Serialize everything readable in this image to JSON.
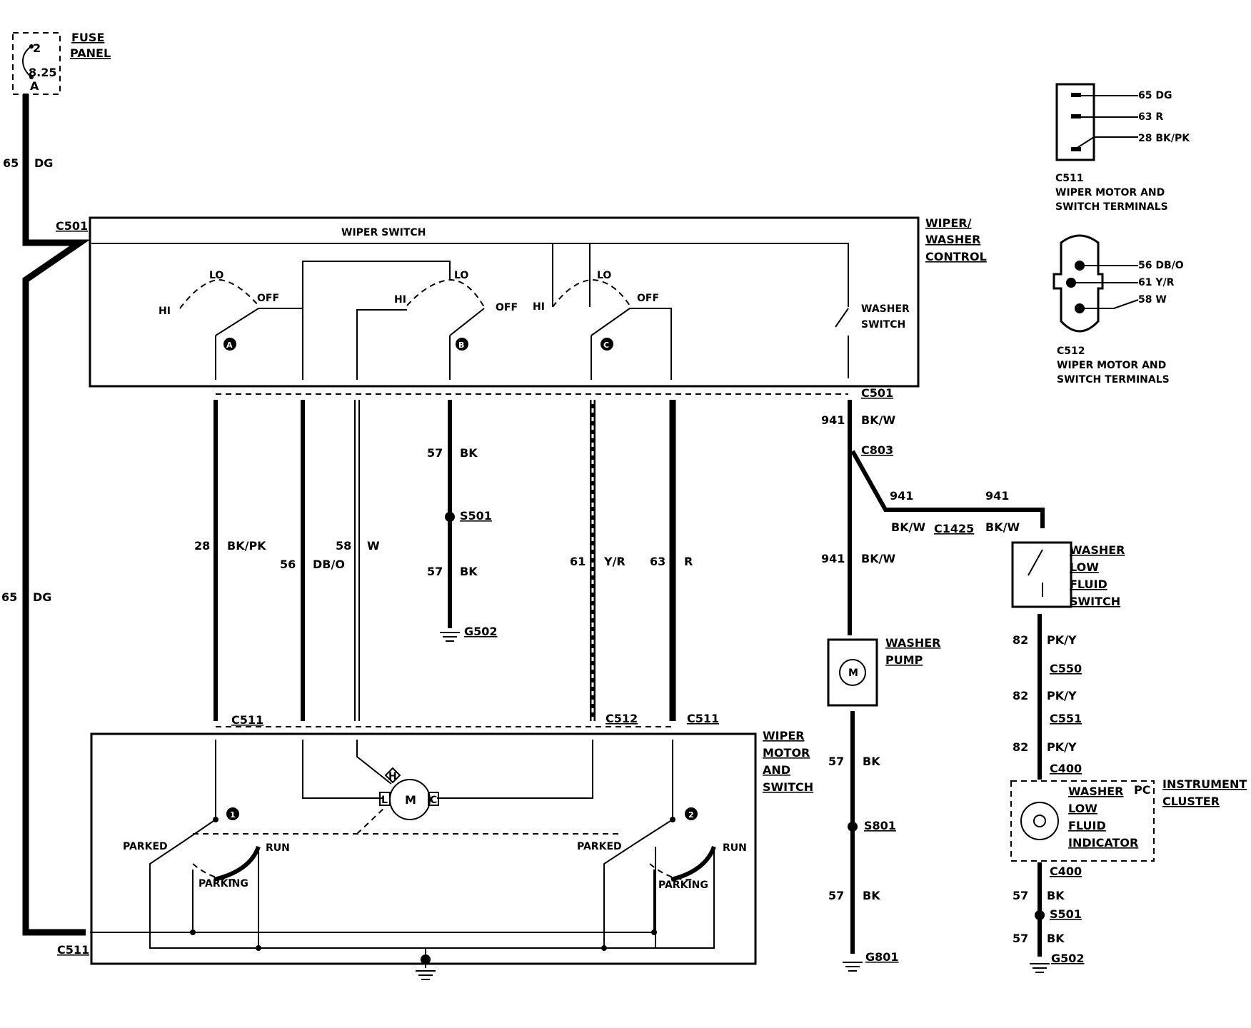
{
  "fuse_panel": {
    "label_line1": "FUSE",
    "label_line2": "PANEL",
    "fuse_number": "2",
    "fuse_rating": "8.25",
    "fuse_unit": "A"
  },
  "power_wire": {
    "circuit": "65",
    "color": "DG"
  },
  "wiper_washer_control": {
    "line1": "WIPER/",
    "line2": "WASHER",
    "line3": "CONTROL",
    "wiper_switch_label": "WIPER SWITCH",
    "washer_switch_line1": "WASHER",
    "washer_switch_line2": "SWITCH"
  },
  "switch_positions": {
    "hi": "HI",
    "lo": "LO",
    "off": "OFF"
  },
  "switch_tags": [
    "A",
    "B",
    "C"
  ],
  "connectors": {
    "c501": "C501",
    "c511": "C511",
    "c512": "C512",
    "c803": "C803",
    "c1425": "C1425",
    "c550": "C550",
    "c551": "C551",
    "c400": "C400"
  },
  "splices": {
    "s501": "S501",
    "s801": "S801"
  },
  "grounds": {
    "g502": "G502",
    "g801": "G801"
  },
  "wires": [
    {
      "circuit": "28",
      "color": "BK/PK"
    },
    {
      "circuit": "56",
      "color": "DB/O"
    },
    {
      "circuit": "58",
      "color": "W"
    },
    {
      "circuit": "57",
      "color": "BK"
    },
    {
      "circuit": "61",
      "color": "Y/R"
    },
    {
      "circuit": "63",
      "color": "R"
    },
    {
      "circuit": "941",
      "color": "BK/W"
    },
    {
      "circuit": "82",
      "color": "PK/Y"
    }
  ],
  "wiper_motor": {
    "line1": "WIPER",
    "line2": "MOTOR",
    "line3": "AND",
    "line4": "SWITCH",
    "motor_symbol": "M",
    "terminal_h": "H",
    "terminal_l": "L",
    "terminal_c": "C",
    "parked": "PARKED",
    "run": "RUN",
    "parking": "PARKING",
    "cam_tags": [
      "1",
      "2"
    ]
  },
  "washer_pump": {
    "line1": "WASHER",
    "line2": "PUMP",
    "motor_symbol": "M"
  },
  "washer_low_fluid_switch": {
    "line1": "WASHER",
    "line2": "LOW",
    "line3": "FLUID",
    "line4": "SWITCH"
  },
  "instrument_cluster": {
    "line1": "INSTRUMENT",
    "line2": "CLUSTER",
    "pc": "PC",
    "ind1": "WASHER",
    "ind2": "LOW",
    "ind3": "FLUID",
    "ind4": "INDICATOR"
  },
  "c511_terminals": {
    "pins": [
      "65 DG",
      "63 R",
      "28 BK/PK"
    ],
    "line1": "C511",
    "line2": "WIPER MOTOR AND",
    "line3": "SWITCH TERMINALS"
  },
  "c512_terminals": {
    "pins": [
      "56 DB/O",
      "61 Y/R",
      "58 W"
    ],
    "line1": "C512",
    "line2": "WIPER MOTOR AND",
    "line3": "SWITCH TERMINALS"
  }
}
